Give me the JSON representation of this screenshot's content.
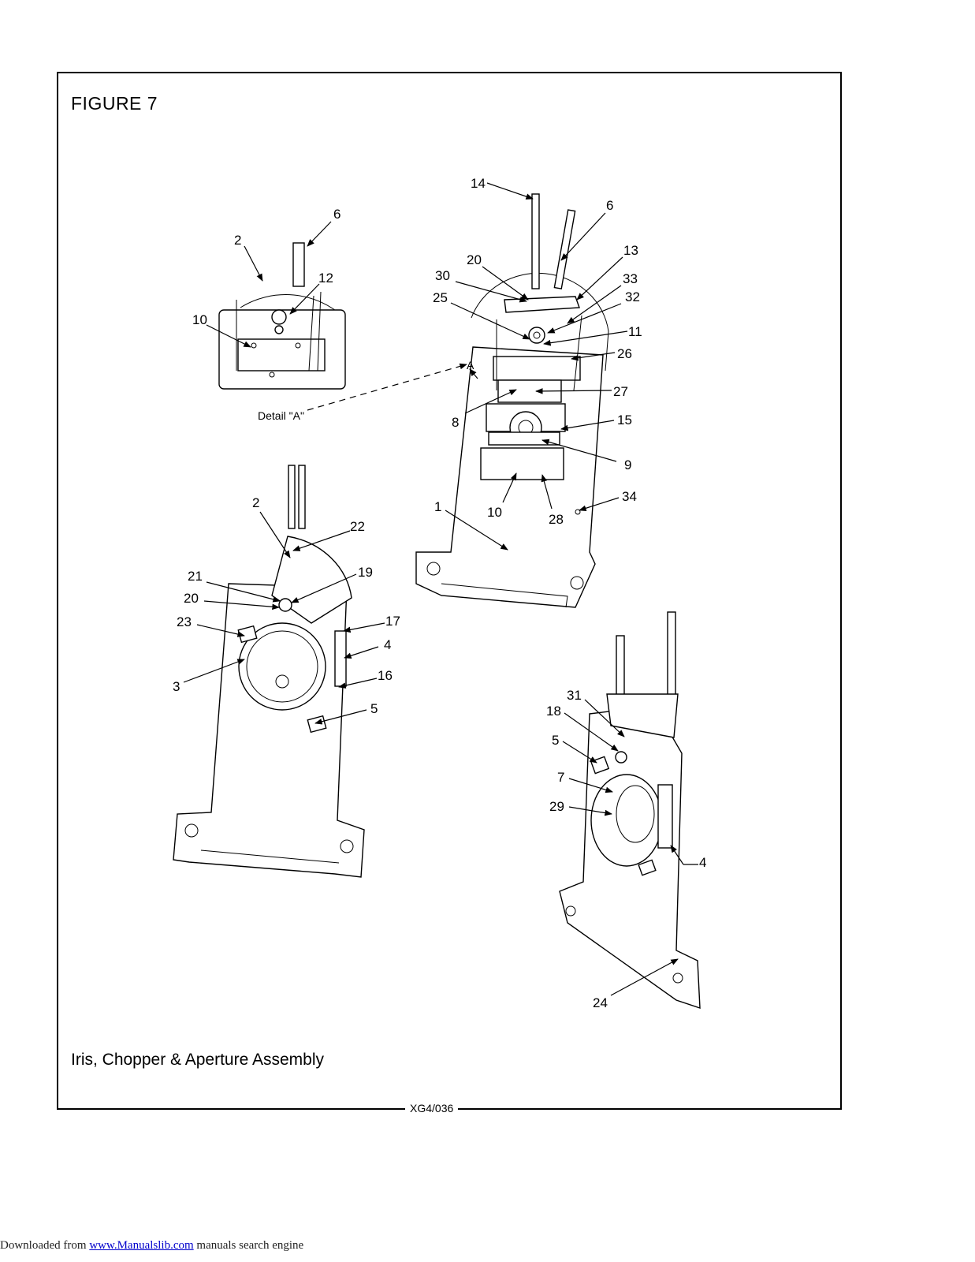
{
  "figure_title": "FIGURE  7",
  "caption": "Iris, Chopper & Aperture Assembly",
  "drawing_code": "XG4/036",
  "detail_label": "Detail \"A\"",
  "detail_marker": "A",
  "callouts": {
    "detail": [
      "6",
      "2",
      "12",
      "10"
    ],
    "top_view": [
      "14",
      "6",
      "13",
      "20",
      "33",
      "30",
      "32",
      "25",
      "11",
      "26",
      "27",
      "8",
      "15",
      "9",
      "1",
      "10",
      "28",
      "34"
    ],
    "left_view": [
      "2",
      "22",
      "21",
      "19",
      "20",
      "23",
      "17",
      "4",
      "3",
      "16",
      "5"
    ],
    "right_view": [
      "31",
      "18",
      "5",
      "7",
      "29",
      "4",
      "24"
    ]
  },
  "footer": {
    "prefix": "Downloaded from ",
    "link_text": "www.Manualslib.com",
    "suffix": "  manuals search engine"
  }
}
